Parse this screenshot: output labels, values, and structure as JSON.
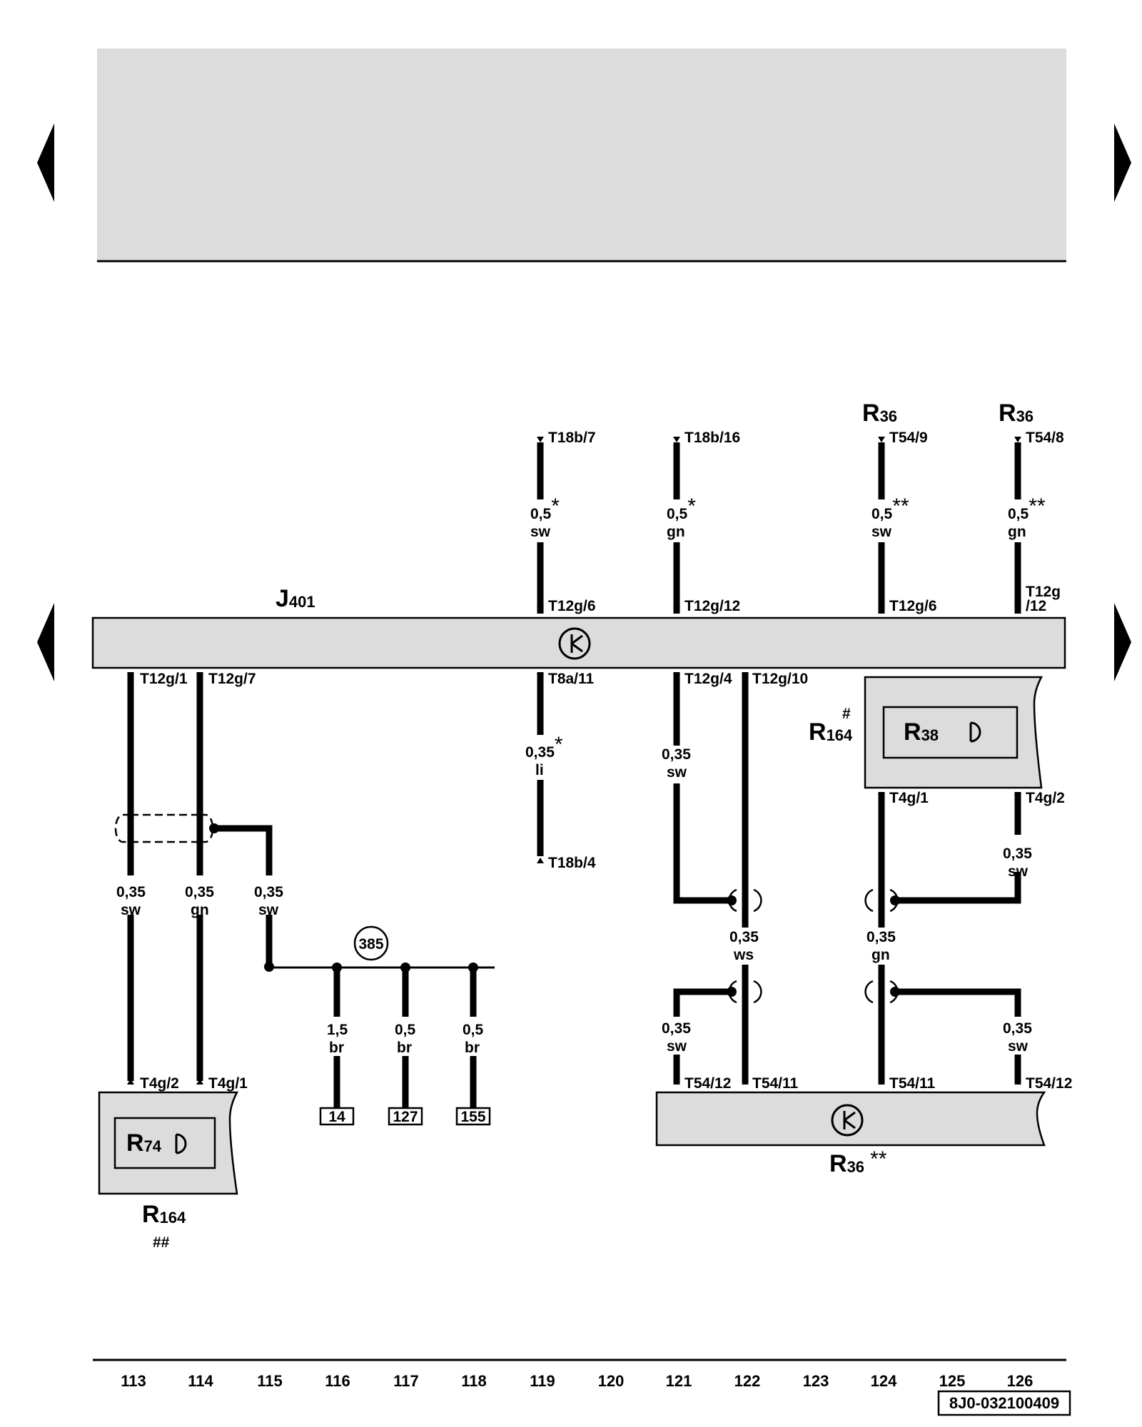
{
  "components": {
    "j401": {
      "code": "J",
      "sub": "401"
    },
    "r36_label": {
      "code": "R",
      "sub": "36"
    },
    "r36_bottom": {
      "code": "R",
      "sub": "36",
      "marker": "**"
    },
    "r164_top": {
      "code": "R",
      "sub": "164",
      "marker": "#"
    },
    "r38": {
      "code": "R",
      "sub": "38"
    },
    "r74": {
      "code": "R",
      "sub": "74"
    },
    "r164_bottom": {
      "code": "R",
      "sub": "164",
      "marker": "##"
    }
  },
  "pins": {
    "t18b_7": "T18b/7",
    "t18b_16": "T18b/16",
    "t54_9": "T54/9",
    "t54_8": "T54/8",
    "t12g_6": "T12g/6",
    "t12g_12": "T12g/12",
    "t12g_12_a": "T12g",
    "t12g_12_b": "/12",
    "t12g_1": "T12g/1",
    "t12g_7": "T12g/7",
    "t8a_11": "T8a/11",
    "t12g_4": "T12g/4",
    "t12g_10": "T12g/10",
    "t18b_4": "T18b/4",
    "t4g_1": "T4g/1",
    "t4g_2": "T4g/2",
    "t54_12": "T54/12",
    "t54_11": "T54/11"
  },
  "wires": {
    "w119_top": {
      "size": "0,5",
      "color": "sw",
      "marker": "*"
    },
    "w121_top": {
      "size": "0,5",
      "color": "gn",
      "marker": "*"
    },
    "w124_top": {
      "size": "0,5",
      "color": "sw",
      "marker": "**"
    },
    "w126_top": {
      "size": "0,5",
      "color": "gn",
      "marker": "**"
    },
    "w119_bot": {
      "size": "0,35",
      "color": "li",
      "marker": "*"
    },
    "w121_bot": {
      "size": "0,35",
      "color": "sw"
    },
    "w126_r38": {
      "size": "0,35",
      "color": "sw"
    },
    "w113": {
      "size": "0,35",
      "color": "sw"
    },
    "w114": {
      "size": "0,35",
      "color": "gn"
    },
    "w115": {
      "size": "0,35",
      "color": "sw"
    },
    "w122": {
      "size": "0,35",
      "color": "ws"
    },
    "w124": {
      "size": "0,35",
      "color": "gn"
    },
    "w116": {
      "size": "1,5",
      "color": "br"
    },
    "w117": {
      "size": "0,5",
      "color": "br"
    },
    "w118": {
      "size": "0,5",
      "color": "br"
    },
    "w121_low": {
      "size": "0,35",
      "color": "sw"
    },
    "w126_low": {
      "size": "0,35",
      "color": "sw"
    }
  },
  "ground_point": "385",
  "references": {
    "ref14": "14",
    "ref127": "127",
    "ref155": "155"
  },
  "columns": [
    "113",
    "114",
    "115",
    "116",
    "117",
    "118",
    "119",
    "120",
    "121",
    "122",
    "123",
    "124",
    "125",
    "126"
  ],
  "diagram_id": "8J0-032100409"
}
